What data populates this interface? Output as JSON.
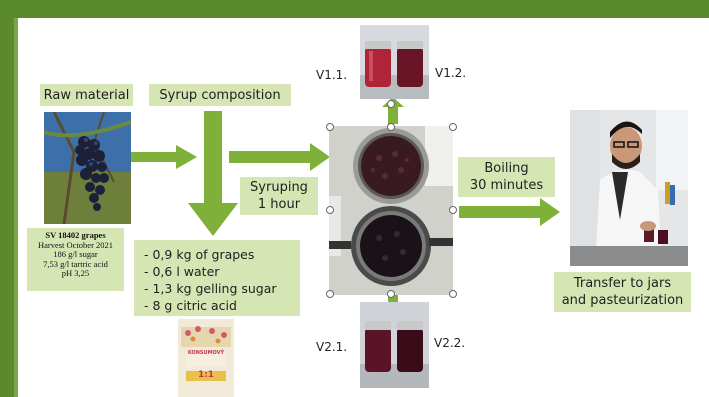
{
  "raw_material": {
    "label": "Raw material",
    "caption_title": "SV 18402 grapes",
    "caption_lines": [
      "Harvest October 2021",
      "186 g/l sugar",
      "7,53 g/l tartric acid",
      "pH 3,25"
    ]
  },
  "syrup": {
    "label": "Syrup composition",
    "items": [
      "-   0,9 kg of grapes",
      "-   0,6 l water",
      "-   1,3 kg gelling sugar",
      "-   8 g citric acid"
    ]
  },
  "syruping": {
    "line1": "Syruping",
    "line2": "1 hour"
  },
  "boiling": {
    "line1": "Boiling",
    "line2": "30 minutes"
  },
  "transfer": {
    "line1": "Transfer to jars",
    "line2": "and pasteurization"
  },
  "variants": {
    "v11": "V1.1.",
    "v12": "V1.2.",
    "v21": "V2.1.",
    "v22": "V2.2."
  },
  "sugar_package": {
    "brand_line": "KONSUMOVÝ",
    "number": "1:1"
  },
  "colors": {
    "frame": "#5a8a2c",
    "box": "#d5e6b4",
    "arrow": "#7fb03a"
  }
}
